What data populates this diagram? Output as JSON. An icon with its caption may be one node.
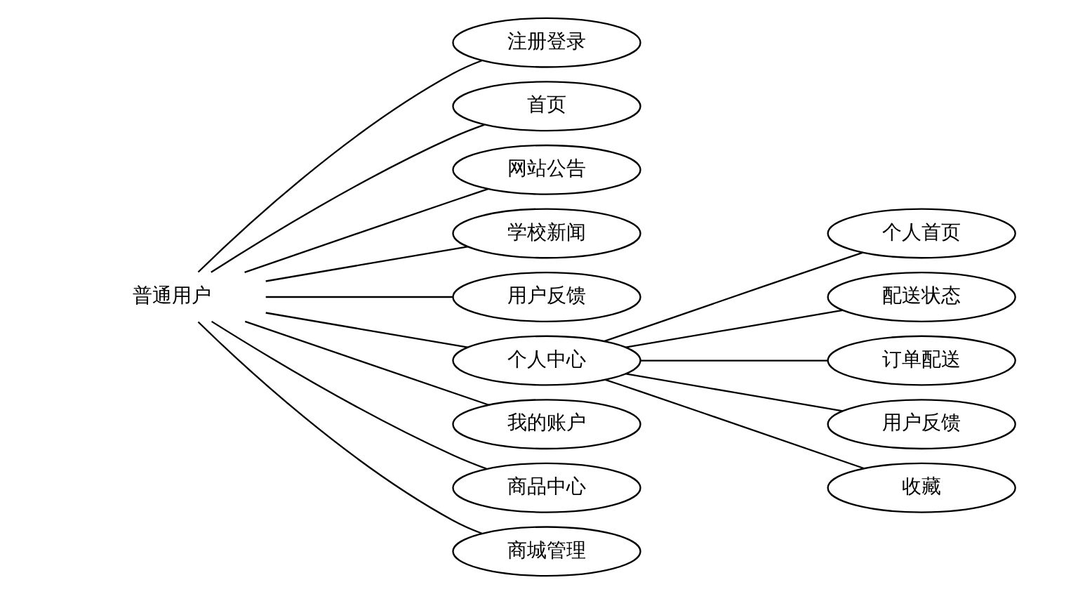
{
  "diagram": {
    "nodes": [
      {
        "text": [
          "普通用户"
        ]
      },
      {
        "text": [
          "注册登录"
        ]
      },
      {
        "text": [
          "首页"
        ]
      },
      {
        "text": [
          "网站公告"
        ]
      },
      {
        "text": [
          "学校新闻"
        ]
      },
      {
        "text": [
          "用户反馈"
        ]
      },
      {
        "text": [
          "个人中心"
        ]
      },
      {
        "text": [
          "我的账户"
        ]
      },
      {
        "text": [
          "商品中心"
        ]
      },
      {
        "text": [
          "商城管理"
        ]
      },
      {
        "text": [
          "个人首页"
        ]
      },
      {
        "text": [
          "配送状态"
        ]
      },
      {
        "text": [
          "订单配送"
        ]
      },
      {
        "text": [
          "用户反馈"
        ]
      },
      {
        "text": [
          "收藏"
        ]
      }
    ],
    "edges": [
      {
        "from": 0,
        "to": 1,
        "arrow": "none"
      },
      {
        "from": 0,
        "to": 2,
        "arrow": "none"
      },
      {
        "from": 0,
        "to": 3,
        "arrow": "none"
      },
      {
        "from": 0,
        "to": 4,
        "arrow": "none"
      },
      {
        "from": 0,
        "to": 5,
        "arrow": "none"
      },
      {
        "from": 0,
        "to": 6,
        "arrow": "none"
      },
      {
        "from": 0,
        "to": 7,
        "arrow": "none"
      },
      {
        "from": 0,
        "to": 8,
        "arrow": "none"
      },
      {
        "from": 0,
        "to": 9,
        "arrow": "none"
      },
      {
        "from": 6,
        "to": 10,
        "arrow": "none"
      },
      {
        "from": 6,
        "to": 11,
        "arrow": "none"
      },
      {
        "from": 6,
        "to": 12,
        "arrow": "none"
      },
      {
        "from": 6,
        "to": 13,
        "arrow": "none"
      },
      {
        "from": 6,
        "to": 14,
        "arrow": "none"
      }
    ]
  }
}
